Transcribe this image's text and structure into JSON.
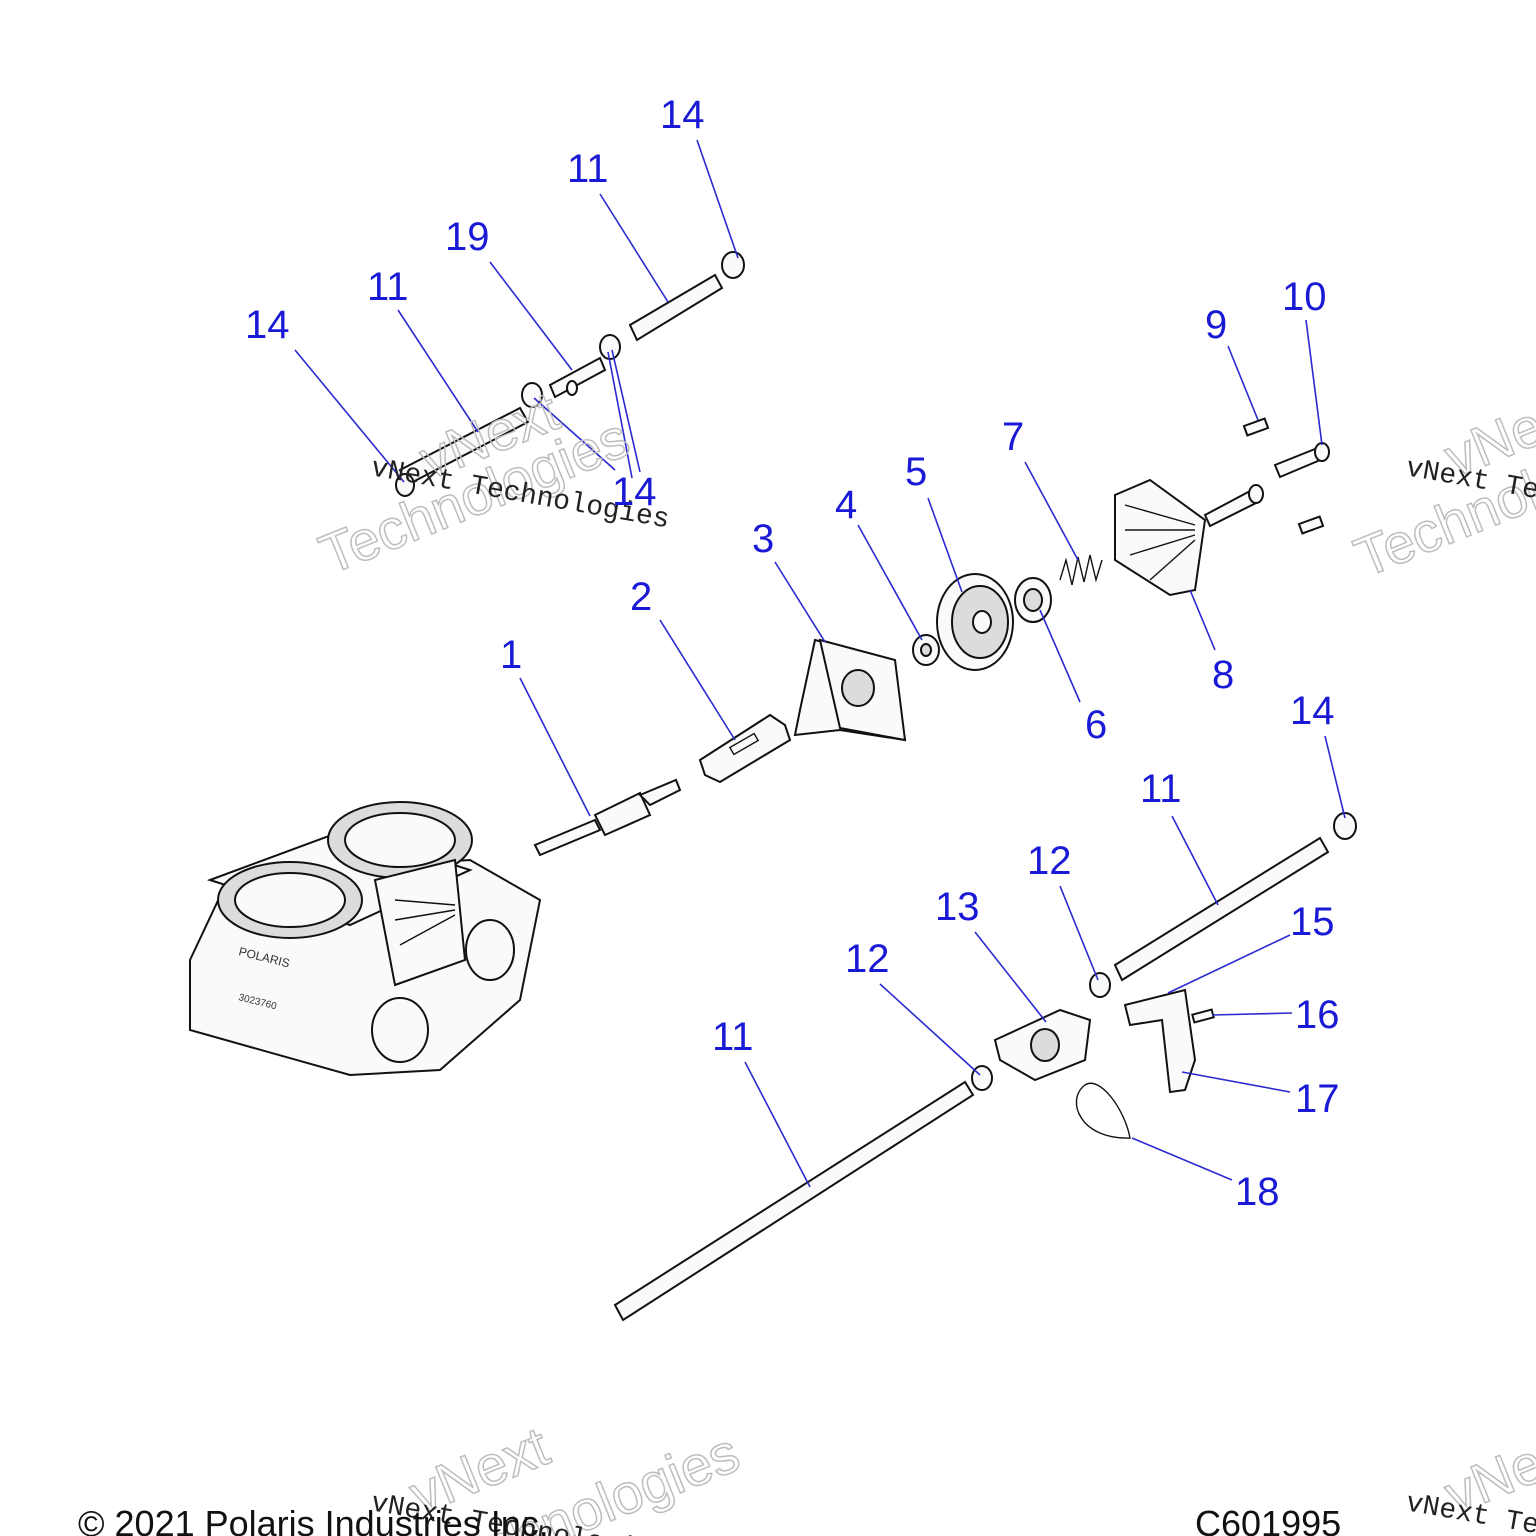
{
  "callouts": [
    {
      "id": "c1",
      "text": "1"
    },
    {
      "id": "c2",
      "text": "2"
    },
    {
      "id": "c3",
      "text": "3"
    },
    {
      "id": "c4",
      "text": "4"
    },
    {
      "id": "c5",
      "text": "5"
    },
    {
      "id": "c6",
      "text": "6"
    },
    {
      "id": "c7",
      "text": "7"
    },
    {
      "id": "c8",
      "text": "8"
    },
    {
      "id": "c9",
      "text": "9"
    },
    {
      "id": "c10",
      "text": "10"
    },
    {
      "id": "c11a",
      "text": "11"
    },
    {
      "id": "c11b",
      "text": "11"
    },
    {
      "id": "c11c",
      "text": "11"
    },
    {
      "id": "c11d",
      "text": "11"
    },
    {
      "id": "c12a",
      "text": "12"
    },
    {
      "id": "c12b",
      "text": "12"
    },
    {
      "id": "c13",
      "text": "13"
    },
    {
      "id": "c14a",
      "text": "14"
    },
    {
      "id": "c14b",
      "text": "14"
    },
    {
      "id": "c14c",
      "text": "14"
    },
    {
      "id": "c14d",
      "text": "14"
    },
    {
      "id": "c15",
      "text": "15"
    },
    {
      "id": "c16",
      "text": "16"
    },
    {
      "id": "c17",
      "text": "17"
    },
    {
      "id": "c18",
      "text": "18"
    },
    {
      "id": "c19",
      "text": "19"
    }
  ],
  "watermark": {
    "brand_line1": "vNext",
    "brand_line2": "Technologies",
    "mono": "vNext Technologies",
    "mono_cut": "vNext Te"
  },
  "footer": {
    "copyright": "© 2021 Polaris Industries Inc.",
    "drawing_id": "C601995"
  },
  "engine_labels": {
    "brand": "POLARIS",
    "serial": "3023760"
  }
}
